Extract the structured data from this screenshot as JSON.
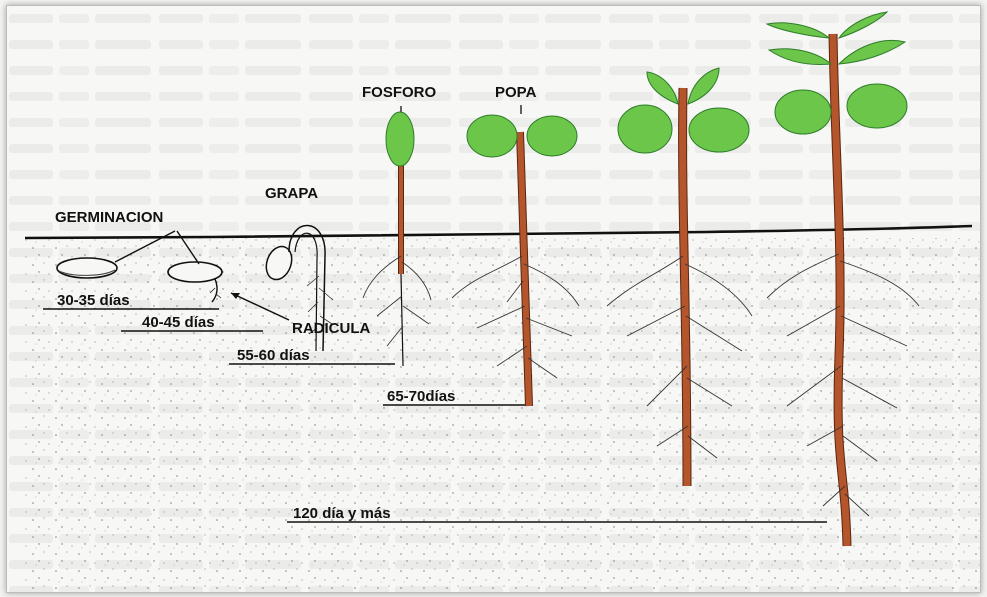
{
  "labels": {
    "germinacion": "GERMINACION",
    "grapa": "GRAPA",
    "fosforo": "FOSFORO",
    "popa": "POPA",
    "radicula": "RADICULA"
  },
  "stages": [
    {
      "label": "30-35 días"
    },
    {
      "label": "40-45 días"
    },
    {
      "label": "55-60 días"
    },
    {
      "label": "65-70días"
    },
    {
      "label": "120 día y más"
    }
  ],
  "colors": {
    "leaf": "#6cc64a",
    "leaf_dark": "#2e7d2a",
    "stem": "#b5552b",
    "stem_dark": "#5a2712",
    "ground": "#111111",
    "ink": "#111111",
    "background_text": "#d9d9d5"
  }
}
